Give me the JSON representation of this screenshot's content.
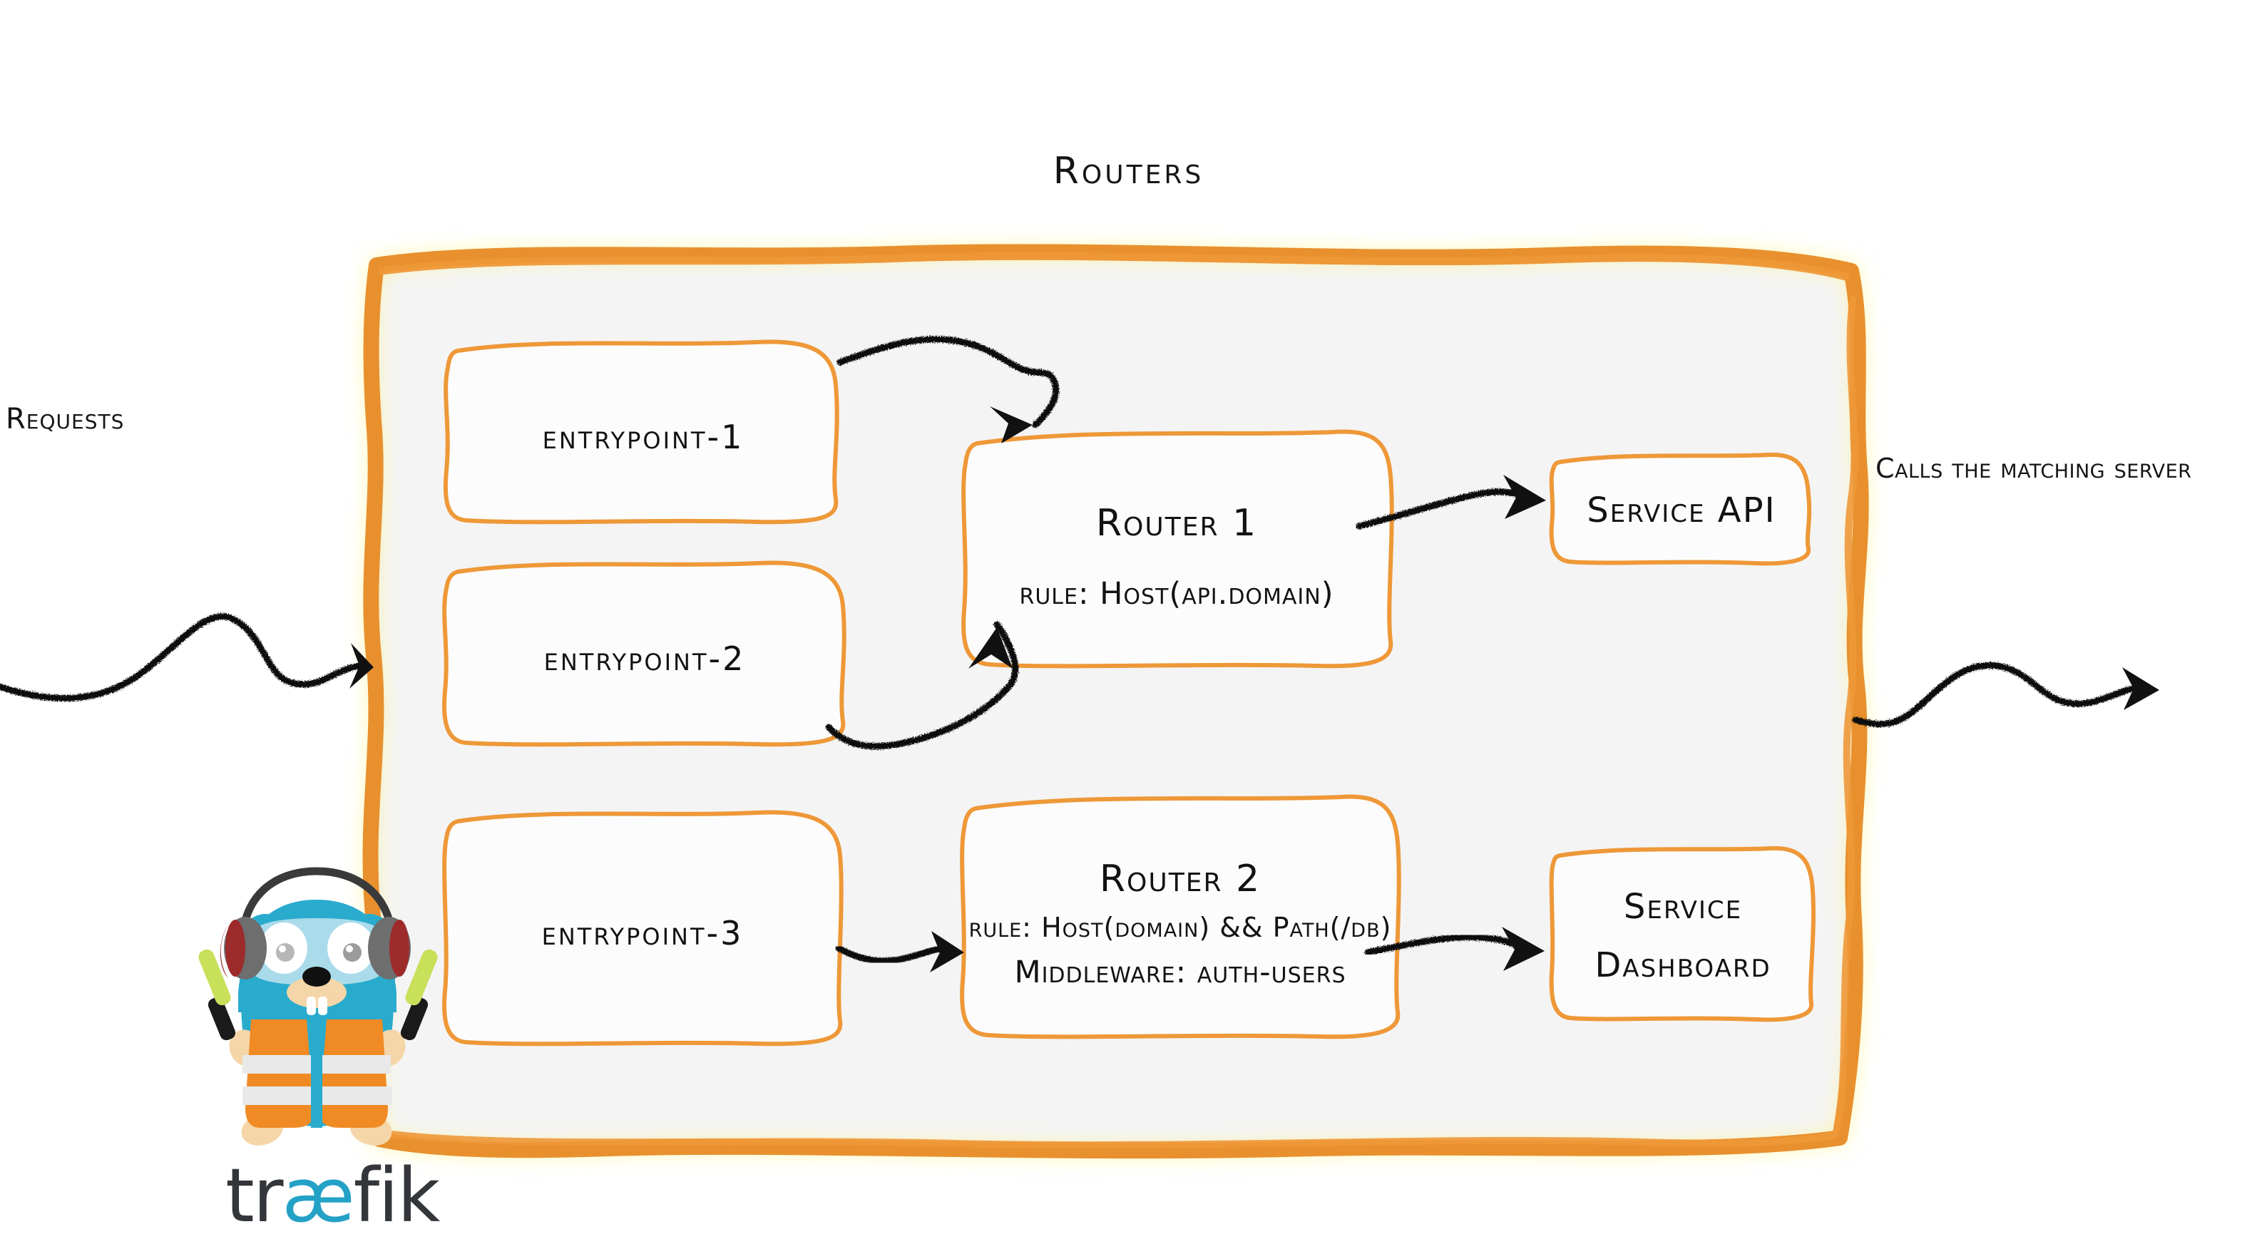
{
  "diagram": {
    "title": "Routers",
    "type": "architecture-flow",
    "brand": "traefik",
    "colors": {
      "accent_orange": "#E8902E",
      "panel_fill": "#F4F4F4",
      "box_fill": "#FCFCFC",
      "ink": "#121212",
      "gopher_blue": "#29ABCE",
      "gopher_vest": "#F08A24",
      "wand_green": "#C8E05A",
      "wordmark_dark": "#33363A",
      "wordmark_cyan": "#24A1C6"
    }
  },
  "panel": {
    "title": "Routers",
    "label": "routers-panel"
  },
  "entrypoints": [
    {
      "label": "entrypoint-1"
    },
    {
      "label": "entrypoint-2"
    },
    {
      "label": "entrypoint-3"
    }
  ],
  "routers": [
    {
      "title": "Router 1",
      "lines": [
        "rule: Host(api.domain)"
      ]
    },
    {
      "title": "Router 2",
      "lines": [
        "rule: Host(domain) && Path(/db)",
        "Middleware: auth-users"
      ]
    }
  ],
  "services": [
    {
      "lines": [
        "Service API"
      ]
    },
    {
      "lines": [
        "Service",
        "Dashboard"
      ]
    }
  ],
  "captions": {
    "requests": "Requests",
    "calls": "Calls the matching server"
  },
  "wordmark": {
    "part1": "tr",
    "part2": "æ",
    "part3": "fik"
  },
  "flows": [
    {
      "from": "entrypoint-1",
      "to": "Router 1"
    },
    {
      "from": "entrypoint-2",
      "to": "Router 1"
    },
    {
      "from": "entrypoint-3",
      "to": "Router 2"
    },
    {
      "from": "Router 1",
      "to": "Service API"
    },
    {
      "from": "Router 2",
      "to": "Service Dashboard"
    },
    {
      "from": "Requests",
      "to": "routers-panel"
    },
    {
      "from": "routers-panel",
      "to": "Calls the matching server"
    }
  ]
}
